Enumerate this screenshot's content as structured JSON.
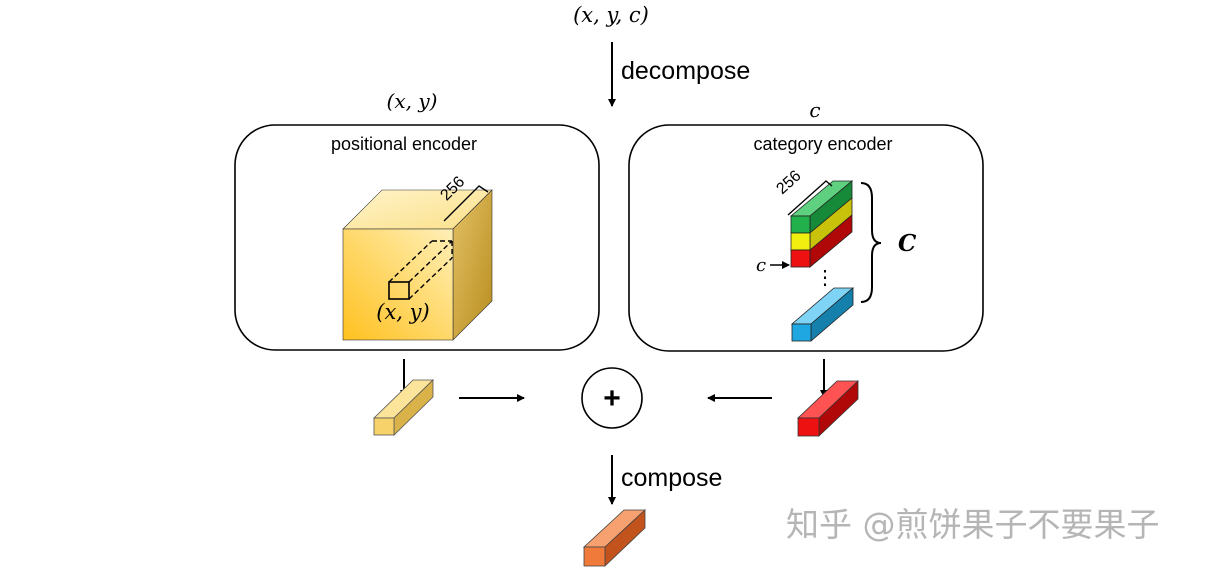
{
  "top_input": "(x, y, c)",
  "decompose_label": "decompose",
  "positional": {
    "input": "(x, y)",
    "title": "positional encoder",
    "dim_label": "256",
    "cube_label": "(x, y)"
  },
  "category": {
    "input": "c",
    "title": "category encoder",
    "dim_label": "256",
    "row_label": "c",
    "count_label": "C",
    "ellipsis": "⋮"
  },
  "plus_symbol": "+",
  "compose_label": "compose",
  "watermark": "知乎 @煎饼果子不要果子",
  "colors": {
    "cube_light": "#ffe9a0",
    "cube_mid": "#ffc72c",
    "positional_embedding": "#f7d26a",
    "category_green": "#22b04c",
    "category_yellow": "#f2ee10",
    "category_red": "#ee1111",
    "category_blue": "#1ea7e0",
    "output_orange": "#f07a3a"
  }
}
